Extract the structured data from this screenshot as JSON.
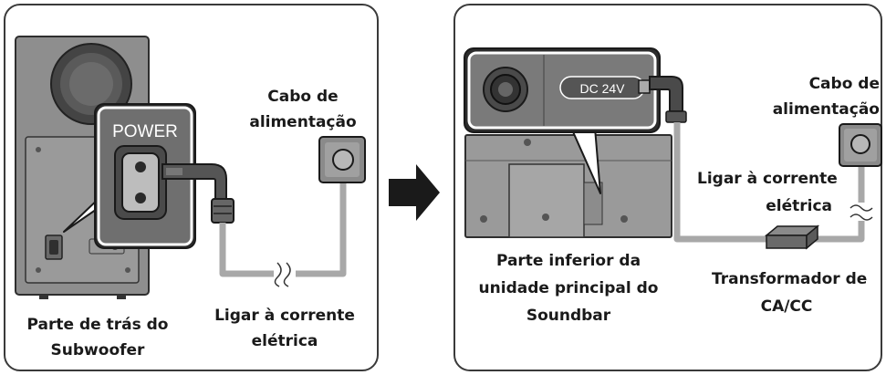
{
  "left": {
    "power_label": "POWER",
    "cable_label_1": "Cabo de",
    "cable_label_2": "alimentação",
    "outlet_label_1": "Ligar à corrente",
    "outlet_label_2": "elétrica",
    "caption_1": "Parte de trás do",
    "caption_2": "Subwoofer"
  },
  "right": {
    "dc_label": "DC 24V",
    "cable_label_1": "Cabo de",
    "cable_label_2": "alimentação",
    "outlet_label_1": "Ligar à corrente",
    "outlet_label_2": "elétrica",
    "caption_1": "Parte inferior da",
    "caption_2": "unidade principal do",
    "caption_3": "Soundbar",
    "adapter_label_1": "Transformador de",
    "adapter_label_2": "CA/CC"
  }
}
